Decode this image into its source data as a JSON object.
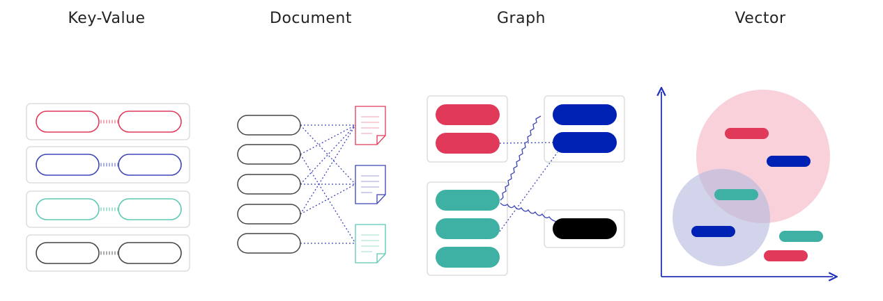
{
  "titles": {
    "key_value": "Key-Value",
    "document": "Document",
    "graph": "Graph",
    "vector": "Vector"
  },
  "colors": {
    "red": "#e0395a",
    "blue": "#0022b4",
    "blue_outline": "#3a45b8",
    "teal": "#3fb0a4",
    "teal_outline": "#5cc8b6",
    "black": "#000000",
    "gray_outline": "#444444",
    "panel_border": "#dddddd",
    "pink_circle": "#f4b8c8",
    "lavender_circle": "#b3b8de",
    "axis": "#2233bb"
  }
}
